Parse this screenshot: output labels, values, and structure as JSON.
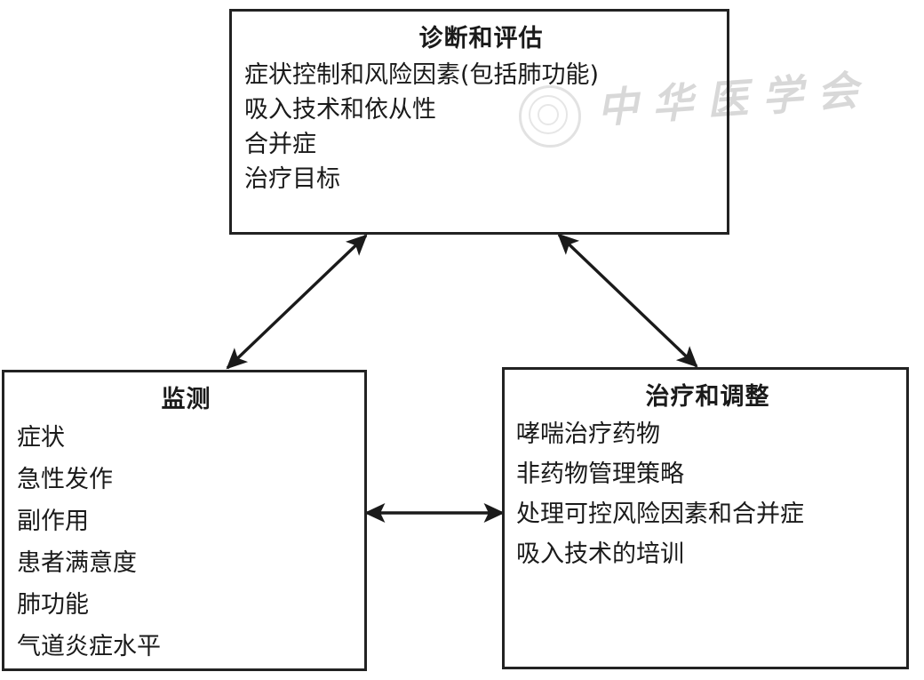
{
  "diagram": {
    "type": "cycle-diagram",
    "language": "zh-CN",
    "boxes": [
      {
        "id": "diagnosis",
        "title": "诊断和评估",
        "lines": [
          "症状控制和风险因素(包括肺功能)",
          "吸入技术和依从性",
          "合并症",
          "治疗目标"
        ]
      },
      {
        "id": "monitoring",
        "title": "监测",
        "lines": [
          "症状",
          "急性发作",
          "副作用",
          "患者满意度",
          "肺功能",
          "气道炎症水平"
        ]
      },
      {
        "id": "treatment",
        "title": "治疗和调整",
        "lines": [
          "哮喘治疗药物",
          "非药物管理策略",
          "处理可控风险因素和合并症",
          "吸入技术的培训"
        ]
      }
    ],
    "connectors": [
      {
        "id": "monitoring-diagnosis",
        "from": "monitoring",
        "to": "diagnosis",
        "style": "double-arrow"
      },
      {
        "id": "diagnosis-treatment",
        "from": "diagnosis",
        "to": "treatment",
        "style": "double-arrow"
      },
      {
        "id": "monitoring-treatment",
        "from": "monitoring",
        "to": "treatment",
        "style": "double-arrow"
      }
    ],
    "colors": {
      "stroke": "#222222",
      "text": "#1a1a1a",
      "background": "#ffffff",
      "watermark": "#d2d2d2"
    }
  },
  "watermark": {
    "text": "中华医学会",
    "seal_label": "中华医学会 seal"
  }
}
